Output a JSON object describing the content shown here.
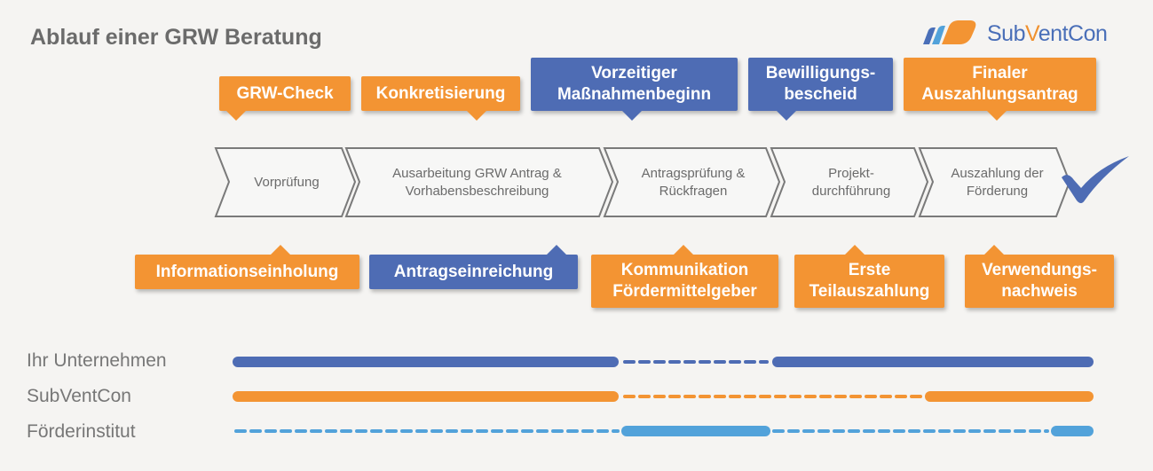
{
  "title": "Ablauf einer GRW Beratung",
  "logo": {
    "pre": "Sub",
    "v": "V",
    "post": "entCon"
  },
  "top_callouts": [
    "GRW-Check",
    "Konkretisierung",
    "Vorzeitiger Maßnahmenbeginn",
    "Bewilligungs-bescheid",
    "Finaler Auszahlungsantrag"
  ],
  "phases": [
    [
      "Vorprüfung",
      ""
    ],
    [
      "Ausarbeitung GRW Antrag &",
      "Vorhabensbeschreibung"
    ],
    [
      "Antragsprüfung &",
      "Rückfragen"
    ],
    [
      "Projekt-",
      "durchführung"
    ],
    [
      "Auszahlung der",
      "Förderung"
    ]
  ],
  "bottom_callouts": [
    "Informationseinholung",
    "Antragseinreichung",
    "Kommunikation Fördermittelgeber",
    "Erste Teilauszahlung",
    "Verwendungs-nachweis"
  ],
  "rows": [
    "Ihr Unternehmen",
    "SubVentCon",
    "Förderinstitut"
  ],
  "colors": {
    "orange": "#f39433",
    "blue": "#4e6cb4",
    "lightblue": "#52a2da"
  }
}
